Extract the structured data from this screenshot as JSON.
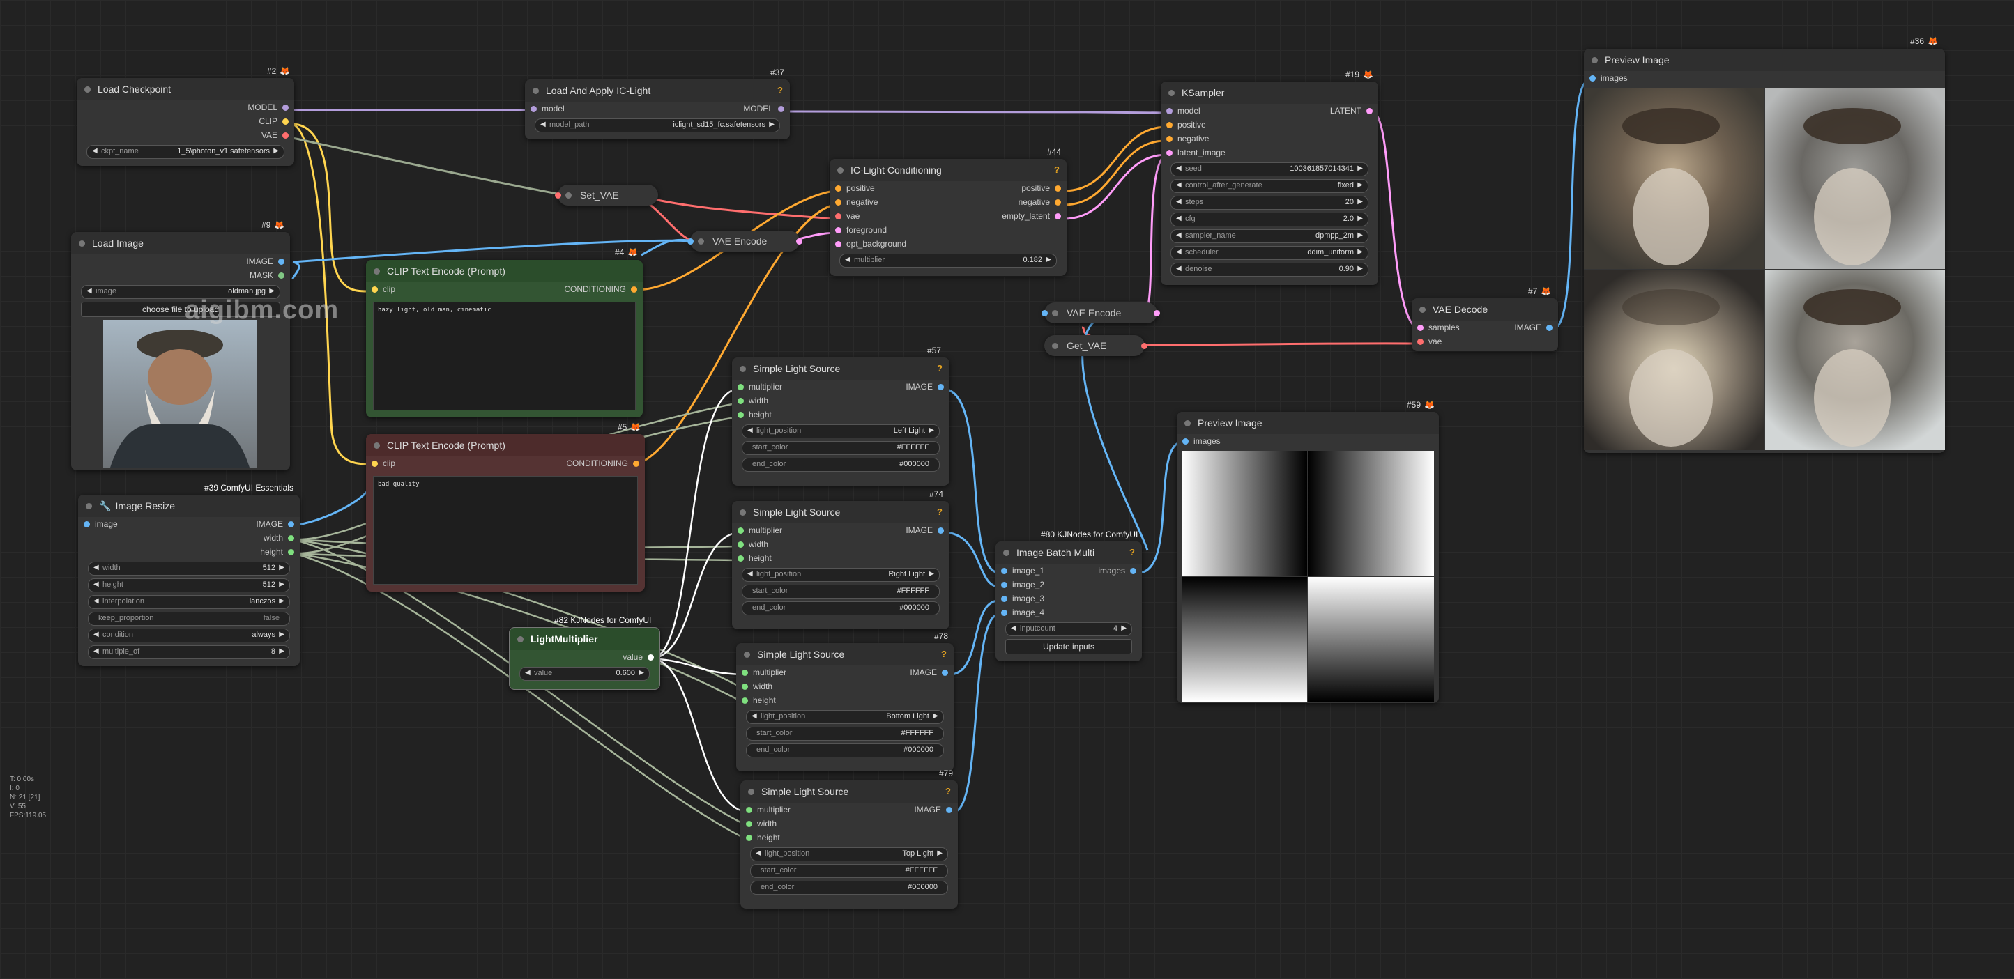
{
  "colors": {
    "model": "#b39ddb",
    "clip": "#ffd54f",
    "vae": "#ff6e6e",
    "latent": "#ff9cf9",
    "image": "#64b5f6",
    "conditioning": "#ffa931",
    "int": "#7fe07f",
    "float": "#ffffff",
    "mask": "#81c784",
    "canvas": "#222222"
  },
  "watermark": "aigibm.com",
  "stats": [
    "T: 0.00s",
    "I: 0",
    "N: 21 [21]",
    "V: 55",
    "FPS:119.05"
  ],
  "nodes": {
    "load_checkpoint": {
      "title": "Load Checkpoint",
      "badge": "#2",
      "out": [
        "MODEL",
        "CLIP",
        "VAE"
      ],
      "ckpt_label": "ckpt_name",
      "ckpt_value": "1_5\\photon_v1.safetensors"
    },
    "load_iclight": {
      "title": "Load And Apply IC-Light",
      "badge": "#37",
      "in_model": "model",
      "out_model": "MODEL",
      "path_label": "model_path",
      "path_value": "iclight_sd15_fc.safetensors"
    },
    "set_vae": {
      "title": "Set_VAE"
    },
    "vae_encode1": {
      "title": "VAE Encode"
    },
    "iclight_cond": {
      "title": "IC-Light Conditioning",
      "badge": "#44",
      "in": [
        "positive",
        "negative",
        "vae",
        "foreground",
        "opt_background"
      ],
      "out": [
        "positive",
        "negative",
        "empty_latent"
      ],
      "mult_label": "multiplier",
      "mult_value": "0.182"
    },
    "ksampler": {
      "title": "KSampler",
      "badge": "#19",
      "in": [
        "model",
        "positive",
        "negative",
        "latent_image"
      ],
      "out": "LATENT",
      "widgets": [
        {
          "label": "seed",
          "value": "1003618570143​41"
        },
        {
          "label": "control_after_generate",
          "value": "fixed"
        },
        {
          "label": "steps",
          "value": "20"
        },
        {
          "label": "cfg",
          "value": "2.0"
        },
        {
          "label": "sampler_name",
          "value": "dpmpp_2m"
        },
        {
          "label": "scheduler",
          "value": "ddim_uniform"
        },
        {
          "label": "denoise",
          "value": "0.90"
        }
      ]
    },
    "preview1": {
      "title": "Preview Image",
      "badge": "#36",
      "in": "images"
    },
    "load_image": {
      "title": "Load Image",
      "badge": "#9",
      "out": [
        "IMAGE",
        "MASK"
      ],
      "image_label": "image",
      "image_value": "oldman.jpg",
      "upload": "choose file to upload"
    },
    "clip_pos": {
      "title": "CLIP Text Encode (Prompt)",
      "badge": "#4",
      "in": "clip",
      "out": "CONDITIONING",
      "text": "hazy light, old man, cinematic"
    },
    "clip_neg": {
      "title": "CLIP Text Encode (Prompt)",
      "badge": "#5",
      "in": "clip",
      "out": "CONDITIONING",
      "text": "bad quality"
    },
    "vae_encode2": {
      "title": "VAE Encode"
    },
    "get_vae": {
      "title": "Get_VAE"
    },
    "vae_decode": {
      "title": "VAE Decode",
      "badge": "#7",
      "in": [
        "samples",
        "vae"
      ],
      "out": "IMAGE"
    },
    "image_resize": {
      "title": "Image Resize",
      "badge": "#39 ComfyUI Essentials",
      "in": "image",
      "out": [
        "IMAGE",
        "width",
        "height"
      ],
      "widgets": [
        {
          "label": "width",
          "value": "512"
        },
        {
          "label": "height",
          "value": "512"
        },
        {
          "label": "interpolation",
          "value": "lanczos"
        },
        {
          "label": "keep_proportion",
          "value": "false"
        },
        {
          "label": "condition",
          "value": "always"
        },
        {
          "label": "multiple_of",
          "value": "8"
        }
      ]
    },
    "light_multiplier": {
      "title": "LightMultiplier",
      "badge": "#82 KJNodes for ComfyUI",
      "out": "value",
      "value_label": "value",
      "value_value": "0.600"
    },
    "sls57": {
      "title": "Simple Light Source",
      "badge": "#57",
      "in": [
        "multiplier",
        "width",
        "height"
      ],
      "out": "IMAGE",
      "lp": "Left Light",
      "sc": "#FFFFFF",
      "ec": "#000000"
    },
    "sls74": {
      "title": "Simple Light Source",
      "badge": "#74",
      "in": [
        "multiplier",
        "width",
        "height"
      ],
      "out": "IMAGE",
      "lp": "Right Light",
      "sc": "#FFFFFF",
      "ec": "#000000"
    },
    "sls78": {
      "title": "Simple Light Source",
      "badge": "#78",
      "in": [
        "multiplier",
        "width",
        "height"
      ],
      "out": "IMAGE",
      "lp": "Bottom Light",
      "sc": "#FFFFFF",
      "ec": "#000000"
    },
    "sls79": {
      "title": "Simple Light Source",
      "badge": "#79",
      "in": [
        "multiplier",
        "width",
        "height"
      ],
      "out": "IMAGE",
      "lp": "Top Light",
      "sc": "#FFFFFF",
      "ec": "#000000"
    },
    "labels": {
      "lp": "light_position",
      "sc": "start_color",
      "ec": "end_color"
    },
    "batch": {
      "title": "Image Batch Multi",
      "badge": "#80 KJNodes for ComfyUI",
      "in": [
        "image_1",
        "image_2",
        "image_3",
        "image_4"
      ],
      "out": "images",
      "count_label": "inputcount",
      "count_value": "4",
      "button": "Update inputs"
    },
    "preview2": {
      "title": "Preview Image",
      "badge": "#59",
      "in": "images"
    }
  }
}
